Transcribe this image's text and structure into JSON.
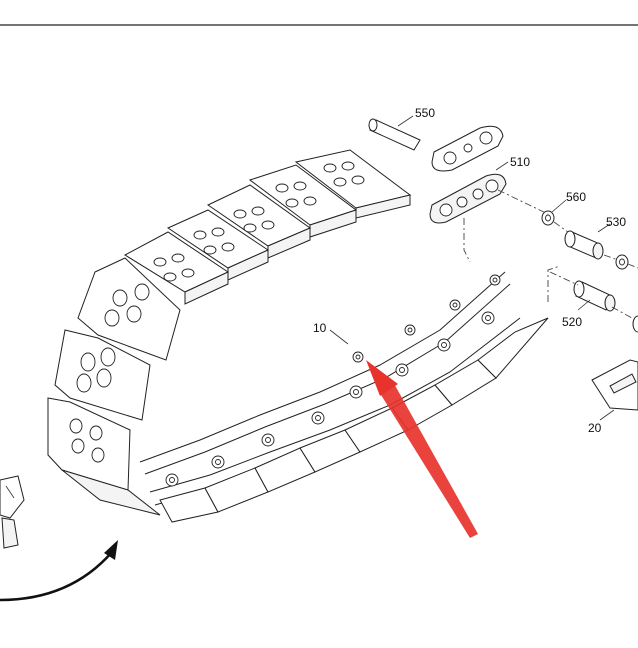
{
  "diagram": {
    "callouts": [
      {
        "id": "550",
        "text": "550"
      },
      {
        "id": "510",
        "text": "510"
      },
      {
        "id": "560",
        "text": "560"
      },
      {
        "id": "530",
        "text": "530"
      },
      {
        "id": "520",
        "text": "520"
      },
      {
        "id": "10",
        "text": "10"
      },
      {
        "id": "20",
        "text": "20"
      }
    ],
    "colors": {
      "line": "#222222",
      "arrow_highlight": "#e8322c",
      "curved_arrow": "#111111",
      "background": "#ffffff"
    }
  }
}
